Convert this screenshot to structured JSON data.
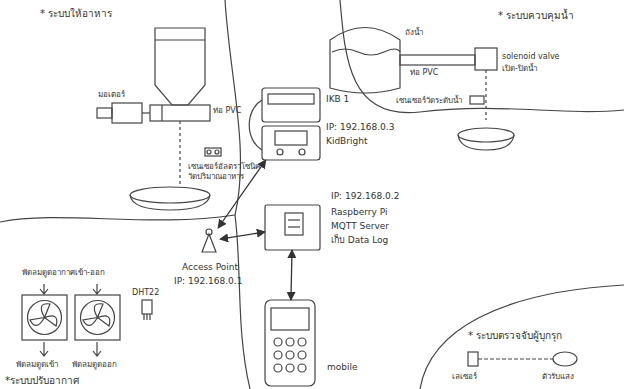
{
  "diagram": {
    "nodes": [
      {
        "text": [
          "IKB 1",
          "IP: 192.168.0.3",
          "KidBright"
        ]
      },
      {
        "text": [
          "IP: 192.168.0.2",
          "Raspberry Pi",
          "MQTT Server",
          "เก็บ Data Log"
        ]
      },
      {
        "text": [
          "Access Point",
          "IP: 192.168.0.1"
        ]
      },
      {
        "text": [
          "mobile"
        ]
      }
    ],
    "edges": [
      {
        "from": 2,
        "to": 0,
        "arrow": "both"
      },
      {
        "from": 2,
        "to": 1,
        "arrow": "both"
      },
      {
        "from": 1,
        "to": 3,
        "arrow": "both"
      }
    ],
    "labels": [
      "* ระบบให้อาหาร",
      "ท่อ PVC",
      "มอเตอร์",
      "เซนเซอร์อัลตราโซนิค วัดปริมาณอาหาร",
      "* ระบบควบคุมน้ำ",
      "ถังน้ำ",
      "ท่อ PVC",
      "solenoid valve",
      "เปิด-ปิดน้ำ",
      "เซนเซอร์วัดระดับน้ำ",
      "พัดลมดูดอากาศเข้า-ออก",
      "DHT22",
      "พัดลมดูดเข้า",
      "พัดลมดูดออก",
      "*ระบบปรับอากาศ",
      "* ระบบตรวจจับผู้บุกรุก",
      "เลเซอร์",
      "ตัวรับแสง"
    ]
  }
}
